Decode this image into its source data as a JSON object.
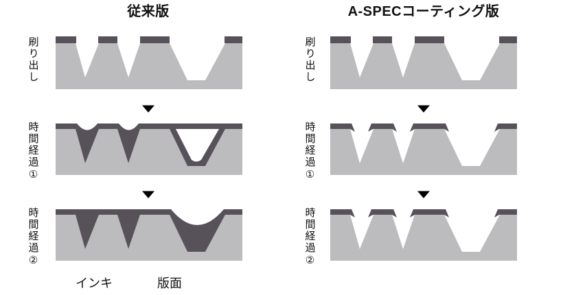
{
  "colors": {
    "ink": "#575259",
    "plate": "#bcbbbd",
    "text": "#111111"
  },
  "columns": [
    {
      "id": "conventional",
      "title": "従来版",
      "row_labels": [
        "刷り出し",
        "時間経過①",
        "時間経過②"
      ]
    },
    {
      "id": "aspec",
      "title": "A-SPECコーティング版",
      "row_labels": [
        "刷り出し",
        "時間経過①",
        "時間経過②"
      ]
    }
  ],
  "legend": {
    "items": [
      {
        "label": "インキ",
        "color": "#575259"
      },
      {
        "label": "版面",
        "color": "#bcbbbd"
      }
    ]
  }
}
